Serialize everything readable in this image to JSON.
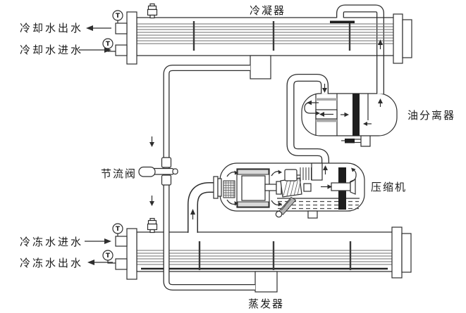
{
  "diagram": {
    "type": "refrigeration-chiller-schematic",
    "components": {
      "condenser": {
        "label": "冷凝器"
      },
      "evaporator": {
        "label": "蒸发器"
      },
      "compressor": {
        "label": "压缩机"
      },
      "oil_separator": {
        "label": "油分离器"
      },
      "throttle_valve": {
        "label": "节流阀"
      }
    },
    "ports": {
      "cooling_water_out": {
        "label": "冷却水出水"
      },
      "cooling_water_in": {
        "label": "冷却水进水"
      },
      "chilled_water_in": {
        "label": "冷冻水进水"
      },
      "chilled_water_out": {
        "label": "冷冻水出水"
      }
    },
    "gauge_label": "T",
    "colors": {
      "line": "#2e2e2e",
      "background": "#ffffff",
      "filter_strip": "#1e1e1e"
    }
  }
}
